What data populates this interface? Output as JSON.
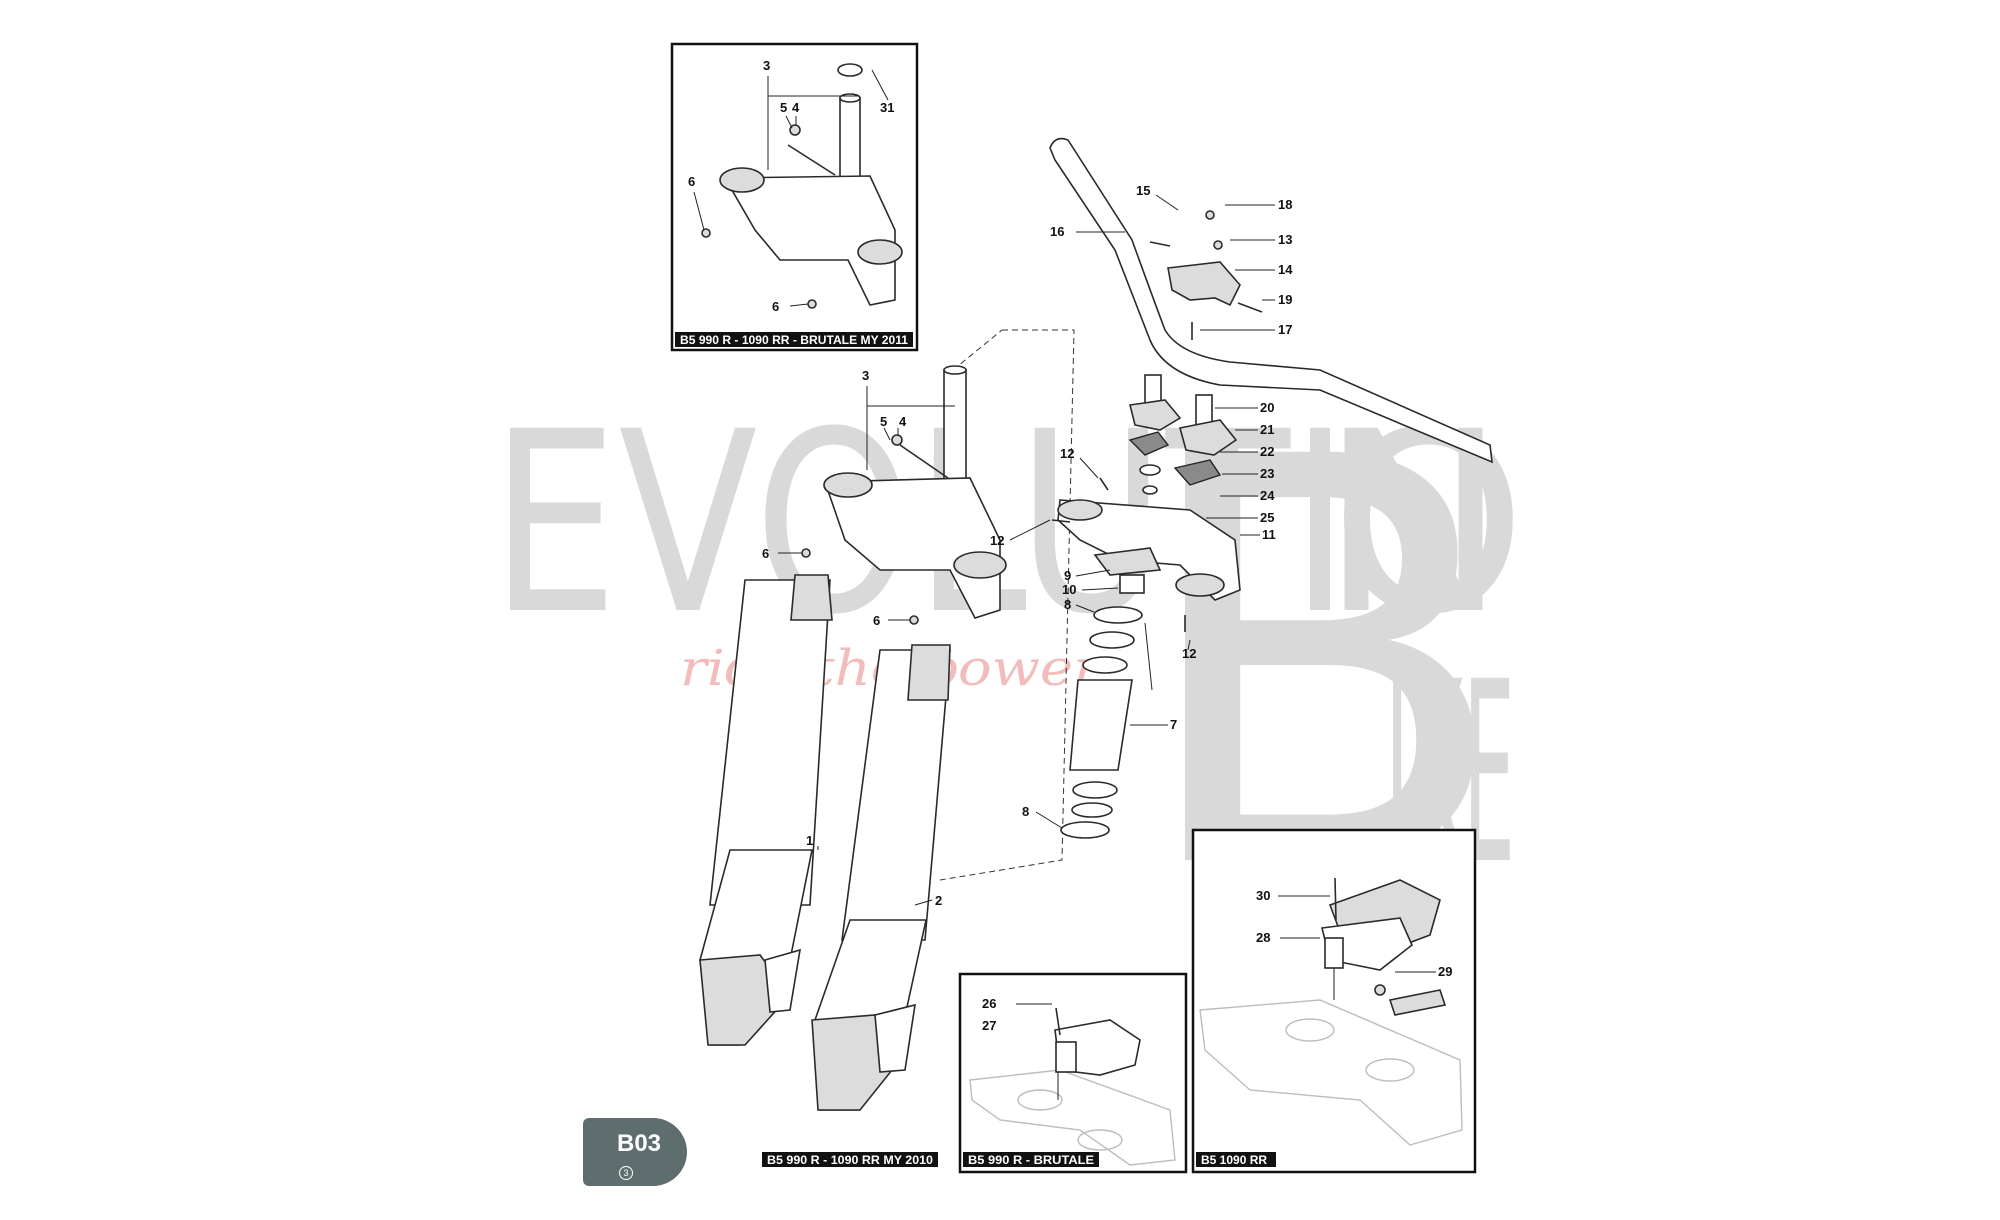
{
  "watermark": {
    "brand_left": "EVOLUTI",
    "brand_o": "O",
    "brand_right": "N",
    "brand_b": "B",
    "brand_ike": "IKE",
    "tagline": "ride the power"
  },
  "badge": {
    "code": "B03",
    "number": "3"
  },
  "panels": {
    "top_left": "B5 990 R - 1090 RR - BRUTALE MY 2011",
    "main": "B5 990 R - 1090 RR MY 2010",
    "bottom_mid": "B5 990 R - BRUTALE",
    "bottom_right": "B5 1090 RR"
  },
  "callouts": {
    "c1": "1",
    "c2": "2",
    "c3": "3",
    "c3b": "3",
    "c4": "4",
    "c4b": "4",
    "c5": "5",
    "c5b": "5",
    "c6a": "6",
    "c6b": "6",
    "c6c": "6",
    "c6d": "6",
    "c7": "7",
    "c8a": "8",
    "c8b": "8",
    "c9": "9",
    "c10": "10",
    "c11": "11",
    "c12a": "12",
    "c12b": "12",
    "c12c": "12",
    "c13": "13",
    "c14": "14",
    "c15": "15",
    "c16": "16",
    "c17": "17",
    "c18": "18",
    "c19": "19",
    "c20": "20",
    "c21": "21",
    "c22": "22",
    "c23": "23",
    "c24": "24",
    "c25": "25",
    "c26": "26",
    "c27": "27",
    "c28": "28",
    "c29": "29",
    "c30": "30",
    "c31": "31"
  }
}
